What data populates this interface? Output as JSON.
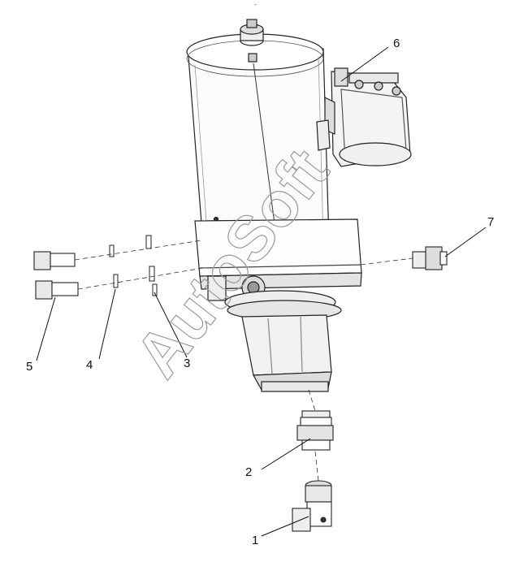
{
  "diagram": {
    "watermark": "AutoSoft",
    "callouts": [
      "1",
      "2",
      "3",
      "4",
      "5",
      "6",
      "7"
    ]
  }
}
